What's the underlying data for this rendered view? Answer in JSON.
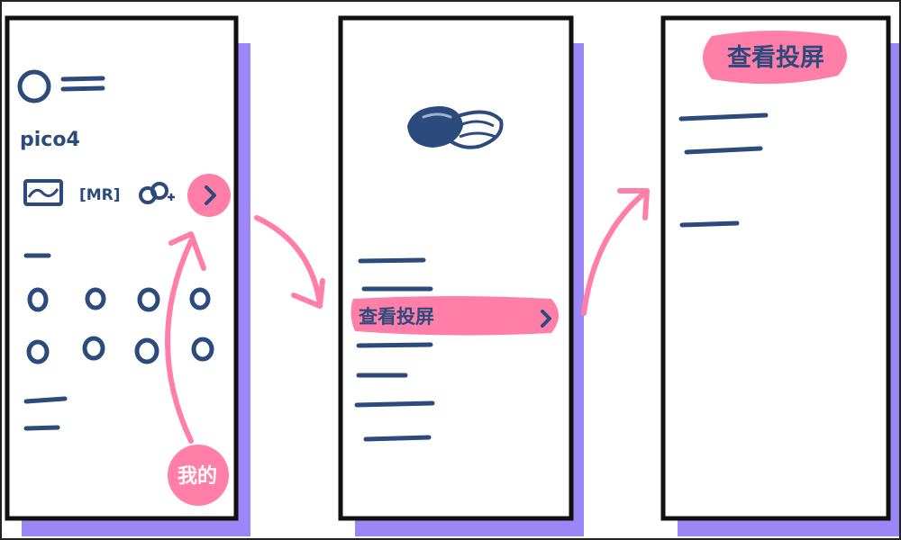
{
  "colors": {
    "ink": "#2d4a7d",
    "accent": "#ff7fa8",
    "shadow": "#9a86f5",
    "frame": "#111111"
  },
  "screen1": {
    "brand_label": "pico4",
    "mr_label": "[MR]",
    "mine_button_label": "我的",
    "icons": [
      "logo-circle-icon",
      "menu-bars-icon",
      "gallery-icon",
      "link-add-icon",
      "chevron-right-icon"
    ]
  },
  "screen2": {
    "device_icon": "vr-headset-icon",
    "cast_item_label": "查看投屏",
    "chevron_label": ">"
  },
  "screen3": {
    "title": "查看投屏"
  }
}
